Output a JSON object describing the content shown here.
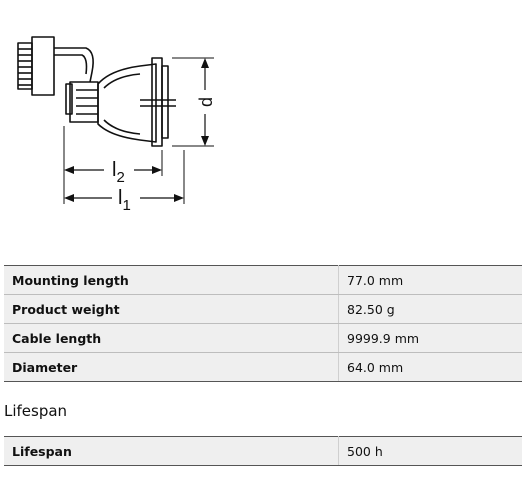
{
  "drawing": {
    "dim_labels": {
      "d": "d",
      "l2": "l",
      "l2_sub": "2",
      "l1": "l",
      "l1_sub": "1"
    }
  },
  "specs": [
    {
      "label": "Mounting length",
      "value": "77.0 mm"
    },
    {
      "label": "Product weight",
      "value": "82.50 g"
    },
    {
      "label": "Cable length",
      "value": "9999.9 mm"
    },
    {
      "label": "Diameter",
      "value": "64.0 mm"
    }
  ],
  "lifespan_section": {
    "title": "Lifespan",
    "rows": [
      {
        "label": "Lifespan",
        "value": "500 h"
      }
    ]
  }
}
